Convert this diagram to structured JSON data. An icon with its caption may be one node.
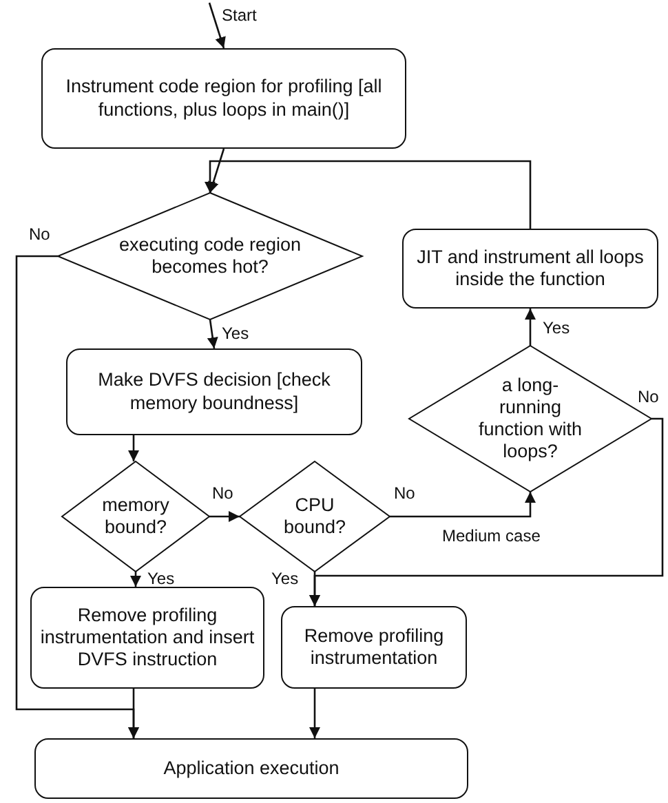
{
  "diagram": {
    "nodes": [
      {
        "text": [
          "Instrument code region for profiling [all functions, plus loops in main()]"
        ]
      },
      {
        "text": [
          "executing code region becomes hot?"
        ]
      },
      {
        "text": [
          "JIT and instrument all loops inside the function"
        ]
      },
      {
        "text": [
          "Make DVFS decision [check memory boundness]"
        ]
      },
      {
        "text": [
          "a long-running function with loops?"
        ]
      },
      {
        "text": [
          "memory bound?"
        ]
      },
      {
        "text": [
          "CPU bound?"
        ]
      },
      {
        "text": [
          "Remove profiling instrumentation and insert DVFS instruction"
        ]
      },
      {
        "text": [
          "Remove profiling instrumentation"
        ]
      },
      {
        "text": [
          "Application execution"
        ]
      }
    ],
    "edges": [
      {
        "from": null,
        "to": 0,
        "arrow": "to",
        "label": "Start"
      },
      {
        "from": 0,
        "to": 1,
        "arrow": "to"
      },
      {
        "from": 1,
        "to": 3,
        "arrow": "to",
        "label": "Yes"
      },
      {
        "from": 1,
        "to": 9,
        "arrow": "to",
        "label": "No"
      },
      {
        "from": 3,
        "to": 5,
        "arrow": "to"
      },
      {
        "from": 5,
        "to": 7,
        "arrow": "to",
        "label": "Yes"
      },
      {
        "from": 5,
        "to": 6,
        "arrow": "to",
        "label": "No"
      },
      {
        "from": 6,
        "to": 8,
        "arrow": "to",
        "label": "Yes"
      },
      {
        "from": 6,
        "to": 4,
        "arrow": "to",
        "label": "No"
      },
      {
        "from": 4,
        "to": 2,
        "arrow": "to",
        "label": "Yes"
      },
      {
        "from": 2,
        "to": 1,
        "arrow": "to"
      },
      {
        "from": 4,
        "to": 8,
        "arrow": "to",
        "label": "No"
      },
      {
        "from": 7,
        "to": 9,
        "arrow": "to"
      },
      {
        "from": 8,
        "to": 9,
        "arrow": "to"
      }
    ],
    "labels": [
      "Medium case"
    ]
  }
}
